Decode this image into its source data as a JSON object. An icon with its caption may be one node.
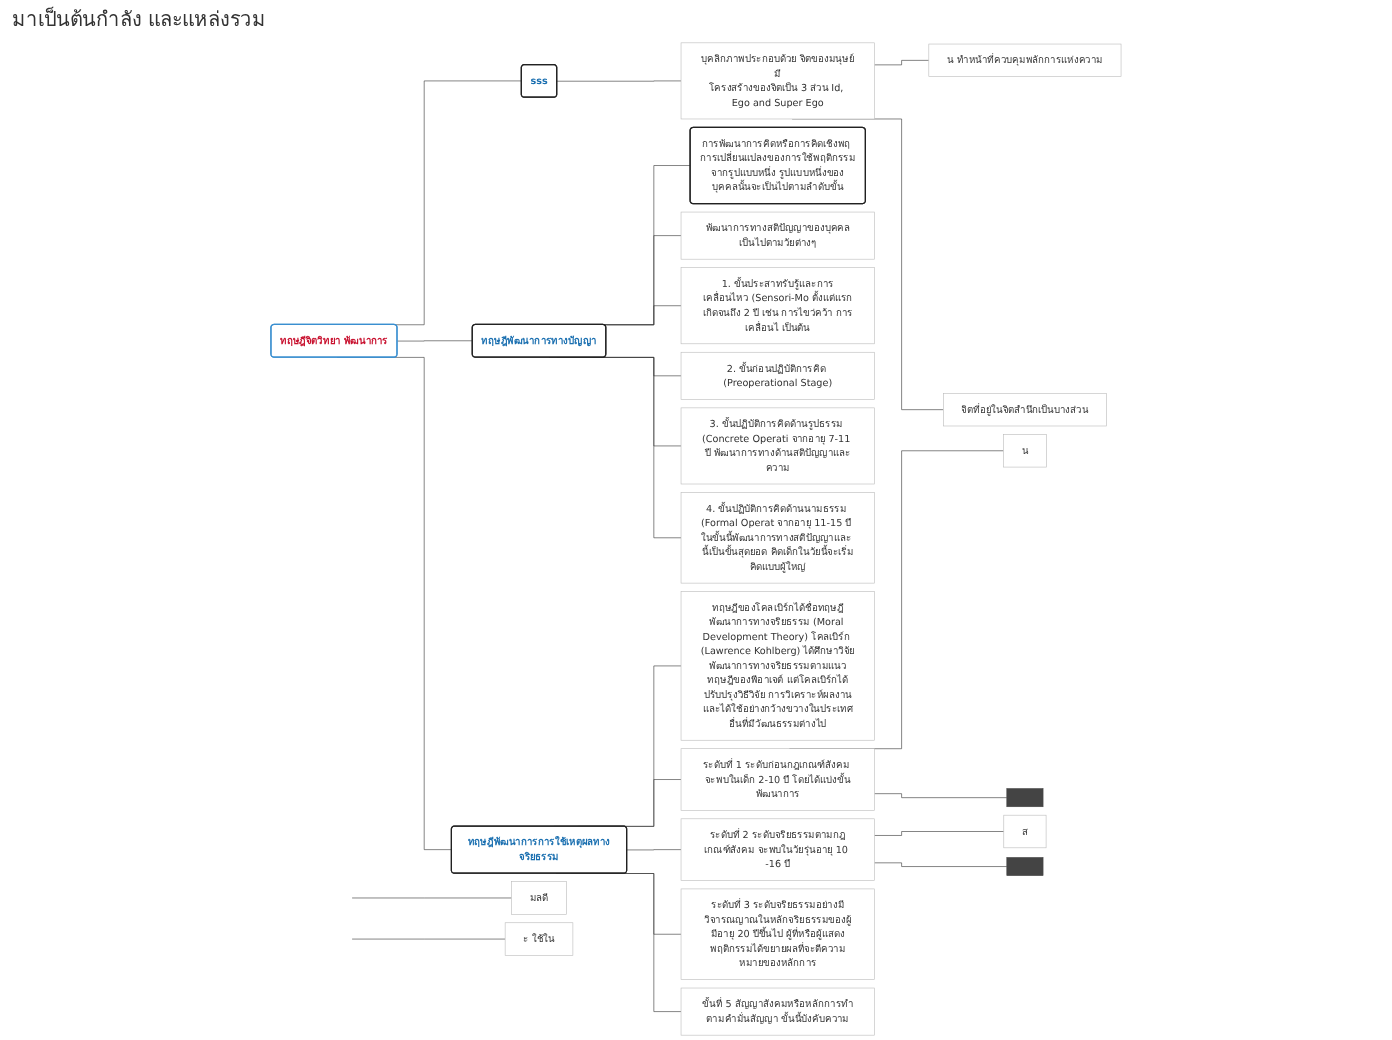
{
  "diagram": {
    "nodes": [
      {
        "text": [
          "ทฤษฎีจิตวิทยา พัฒนาการ"
        ]
      },
      {
        "text": [
          "sss"
        ]
      },
      {
        "text": [
          "บุคลิกภาพประกอบด้วย จิตของมนุษย์มี",
          "โครงสร้างของจิตเป็น 3 ส่วน Id, Ego and Super Ego"
        ]
      },
      {
        "text": [
          "น ทำหน้าที่ควบคุมพลักการแห่งความ"
        ]
      },
      {
        "text": [
          "จิตที่อยู่ในจิตสำนึกเป็นบางส่วน"
        ]
      },
      {
        "text": [
          "มลดี"
        ]
      },
      {
        "text": [
          "ะ ใช้ใน"
        ]
      },
      {
        "text": [
          "ทฤษฎีพัฒนาการทางปัญญา"
        ]
      },
      {
        "text": [
          "การพัฒนาการคิดหรือการคิดเชิงพฤ การเปลี่ยนแปลงของการใช้พฤติกรรมจากรูปแบบหนึ่ง รูปแบบหนึ่งของบุคคลนั้นจะเป็นไปตามลำดับขั้น"
        ]
      },
      {
        "text": [
          "พัฒนาการทางสติปัญญาของบุคคลเป็นไปตามวัยต่างๆ"
        ]
      },
      {
        "text": [
          "1. ขั้นประสาทรับรู้และการเคลื่อนไหว (Sensori-Mo ตั้งแต่แรกเกิดจนถึง 2 ปี เช่น การไขว่คว้า การเคลื่อนไ เป็นต้น"
        ]
      },
      {
        "text": [
          "2. ขั้นก่อนปฏิบัติการคิด (Preoperational Stage)"
        ]
      },
      {
        "text": [
          "3. ขั้นปฏิบัติการคิดด้านรูปธรรม (Concrete Operati จากอายุ 7-11 ปี พัฒนาการทางด้านสติปัญญาและความ"
        ]
      },
      {
        "text": [
          "4. ขั้นปฏิบัติการคิดด้านนามธรรม (Formal Operat จากอายุ 11-15 ปี ในขั้นนี้พัฒนาการทางสติปัญญาและ นี้เป็นขั้นสุดยอด คิดเด็กในวัยนี้จะเริ่มคิดแบบผู้ใหญ่"
        ]
      },
      {
        "text": [
          "ทฤษฎีพัฒนาการการใช้เหตุผลทางจริยธรรม"
        ]
      },
      {
        "text": [
          "ทฤษฎีของโคลเบิร์กได้ชื่อทฤษฎีพัฒนาการทางจริยธรรม (Moral Development Theory) โคลเบิร์ก (Lawrence Kohlberg) ได้ศึกษาวิจัยพัฒนาการทางจริยธรรมตามแนวทฤษฎีของพีอาเจต์ แต่โคลเบิร์กได้ปรับปรุงวิธีวิจัย การวิเคราะห์ผลงานและได้ใช้อย่างกว้างขวางในประเทศอื่นที่มีวัฒนธรรมต่างไป"
        ]
      },
      {
        "text": [
          "ระดับที่ 1 ระดับก่อนกฎเกณฑ์สังคม จะพบในเด็ก 2-10 ปี โดยได้แบ่งขั้นพัฒนาการ"
        ]
      },
      {
        "text": [
          "น"
        ]
      },
      {
        "text": [],
        "shape": "bar"
      },
      {
        "text": [
          "ระดับที่ 2 ระดับจริยธรรมตามกฎเกณฑ์สังคม จะพบในวัยรุ่นอายุ 10 -16 ปี"
        ]
      },
      {
        "text": [
          "ส"
        ]
      },
      {
        "text": [],
        "shape": "bar"
      },
      {
        "text": [
          "ระดับที่ 3 ระดับจริยธรรมอย่างมีวิจารณญาณในหลักจริยธรรมของผู้มีอายุ 20 ปีขึ้นไป ผู้ที่หรือผู้แสดงพฤติกรรมได้ขยายผลที่จะตีความหมายของหลักการ"
        ]
      },
      {
        "text": [
          "ขั้นที่ 5 สัญญาสังคมหรือหลักการทำตามคำมั่นสัญญา ขั้นนี้บังคับความ"
        ]
      }
    ],
    "edges": [
      {
        "from": 0,
        "to": 1,
        "arrow": "none"
      },
      {
        "from": 1,
        "to": 2,
        "arrow": "none"
      },
      {
        "from": 2,
        "to": 3,
        "arrow": "none"
      },
      {
        "from": 2,
        "to": 4,
        "arrow": "none"
      },
      {
        "from": null,
        "to": 5,
        "arrow": "none"
      },
      {
        "from": null,
        "to": 6,
        "arrow": "none"
      },
      {
        "from": 0,
        "to": 7,
        "arrow": "none"
      },
      {
        "from": 7,
        "to": 8,
        "arrow": "none"
      },
      {
        "from": 7,
        "to": 9,
        "arrow": "none"
      },
      {
        "from": 7,
        "to": 10,
        "arrow": "none"
      },
      {
        "from": 7,
        "to": 11,
        "arrow": "none"
      },
      {
        "from": 7,
        "to": 12,
        "arrow": "none"
      },
      {
        "from": 7,
        "to": 13,
        "arrow": "none"
      },
      {
        "from": 0,
        "to": 14,
        "arrow": "none"
      },
      {
        "from": 14,
        "to": 15,
        "arrow": "none"
      },
      {
        "from": 14,
        "to": 16,
        "arrow": "none"
      },
      {
        "from": 16,
        "to": 17,
        "arrow": "none"
      },
      {
        "from": 16,
        "to": 18,
        "arrow": "none"
      },
      {
        "from": 14,
        "to": 19,
        "arrow": "none"
      },
      {
        "from": 19,
        "to": 20,
        "arrow": "none"
      },
      {
        "from": 19,
        "to": 21,
        "arrow": "none"
      },
      {
        "from": 14,
        "to": 22,
        "arrow": "none"
      },
      {
        "from": 14,
        "to": 23,
        "arrow": "none"
      }
    ],
    "labels": [
      "มาเป็นต้นกำลัง และแหล่งรวม"
    ]
  }
}
